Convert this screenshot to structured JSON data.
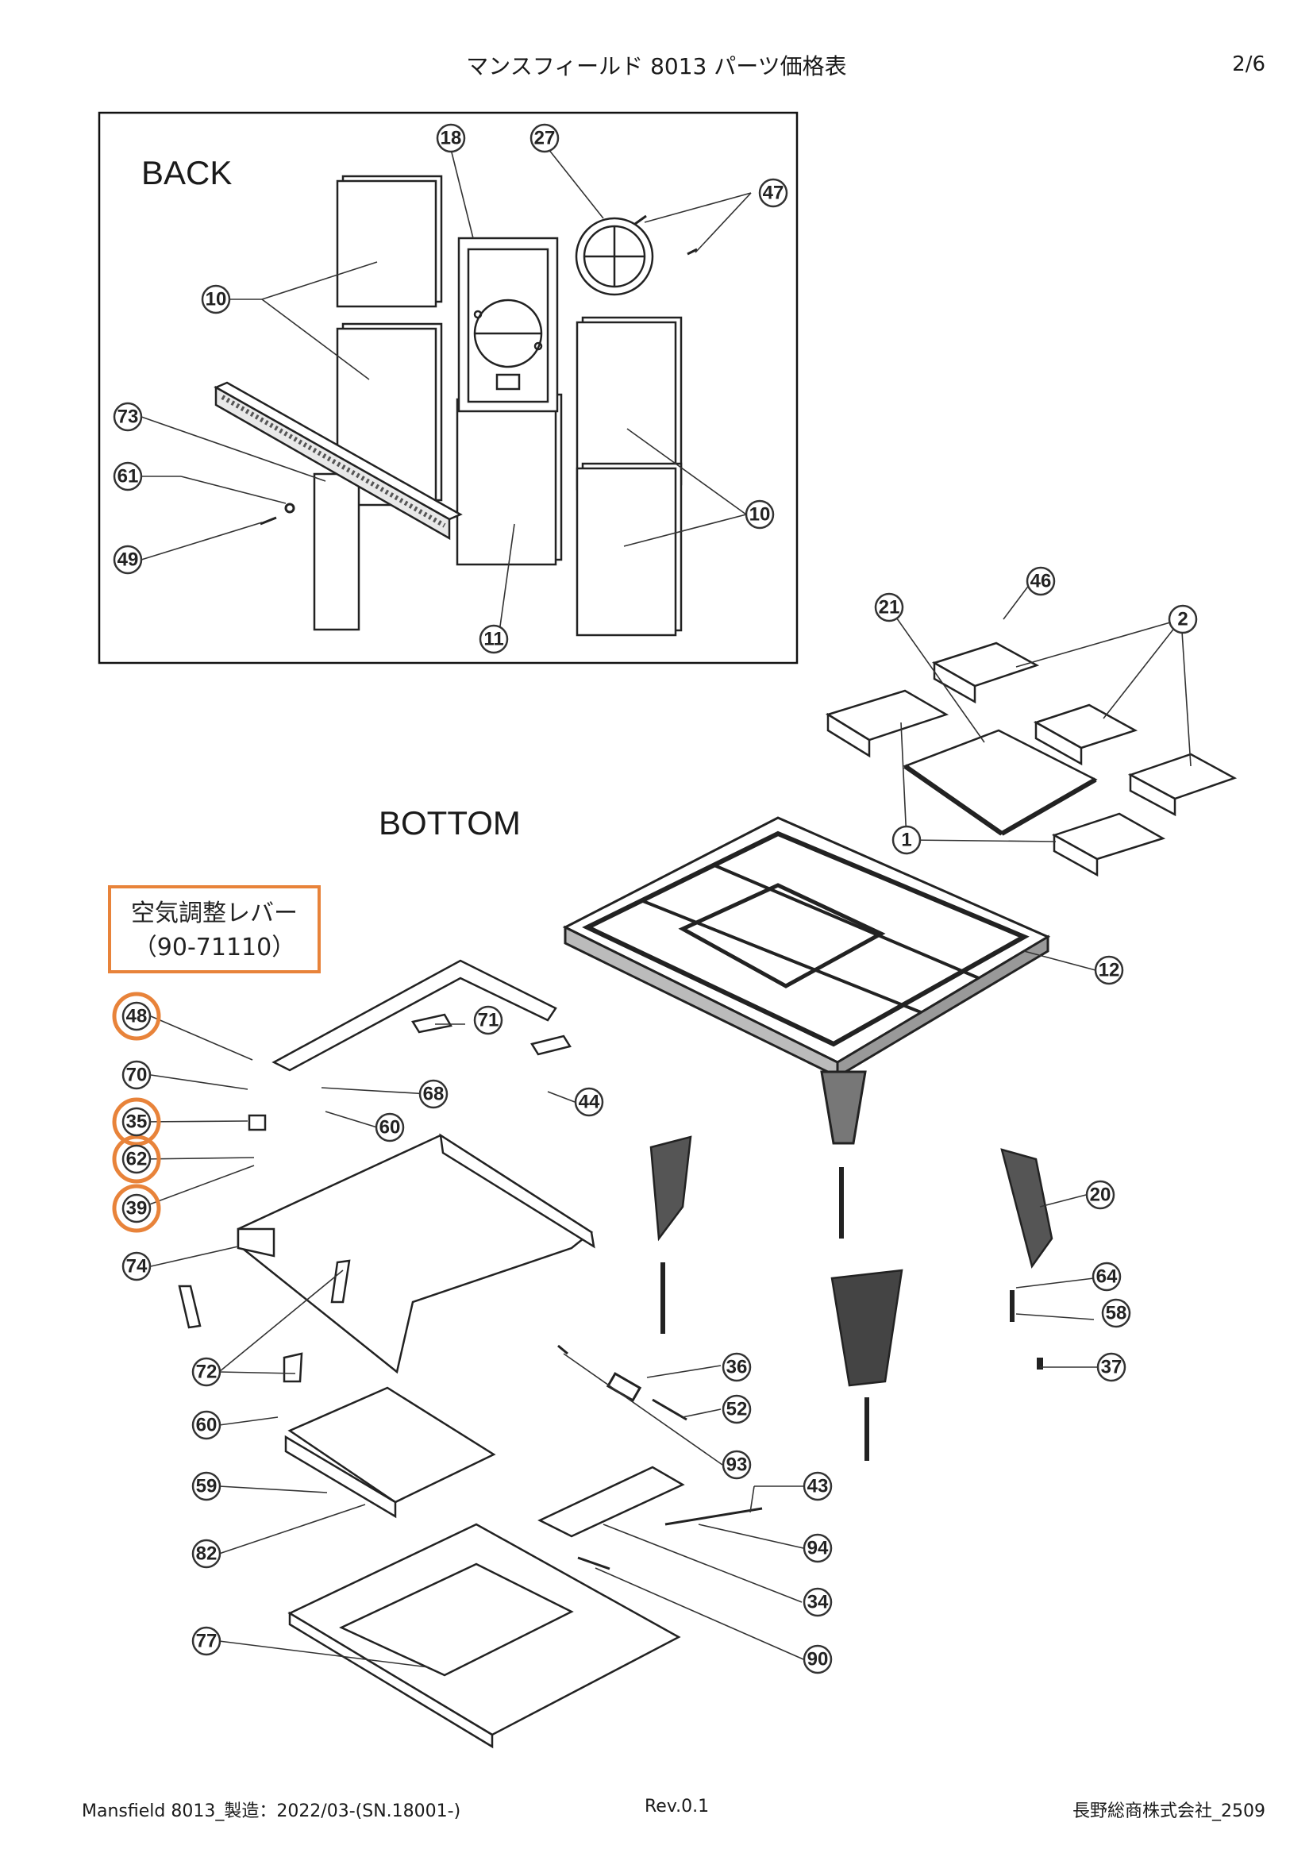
{
  "header": {
    "title": "マンスフィールド 8013 パーツ価格表",
    "page": "2/6"
  },
  "sections": {
    "back": "BACK",
    "bottom": "BOTTOM"
  },
  "note": {
    "line1": "空気調整レバー",
    "line2": "（90-71110）",
    "color": "#e8833a"
  },
  "highlighted_parts": [
    "48",
    "35",
    "62",
    "39"
  ],
  "back_callouts": [
    {
      "id": "back-18",
      "label": "18"
    },
    {
      "id": "back-27",
      "label": "27"
    },
    {
      "id": "back-47",
      "label": "47"
    },
    {
      "id": "back-10a",
      "label": "10"
    },
    {
      "id": "back-73",
      "label": "73"
    },
    {
      "id": "back-61",
      "label": "61"
    },
    {
      "id": "back-49",
      "label": "49"
    },
    {
      "id": "back-10b",
      "label": "10"
    },
    {
      "id": "back-11",
      "label": "11"
    }
  ],
  "bottom_callouts": [
    {
      "id": "b-46",
      "label": "46"
    },
    {
      "id": "b-21",
      "label": "21"
    },
    {
      "id": "b-2",
      "label": "2"
    },
    {
      "id": "b-1",
      "label": "1"
    },
    {
      "id": "b-12",
      "label": "12"
    },
    {
      "id": "b-48",
      "label": "48"
    },
    {
      "id": "b-71",
      "label": "71"
    },
    {
      "id": "b-70",
      "label": "70"
    },
    {
      "id": "b-68",
      "label": "68"
    },
    {
      "id": "b-44",
      "label": "44"
    },
    {
      "id": "b-35",
      "label": "35"
    },
    {
      "id": "b-60a",
      "label": "60"
    },
    {
      "id": "b-62",
      "label": "62"
    },
    {
      "id": "b-39",
      "label": "39"
    },
    {
      "id": "b-20",
      "label": "20"
    },
    {
      "id": "b-74",
      "label": "74"
    },
    {
      "id": "b-64",
      "label": "64"
    },
    {
      "id": "b-58",
      "label": "58"
    },
    {
      "id": "b-72",
      "label": "72"
    },
    {
      "id": "b-36",
      "label": "36"
    },
    {
      "id": "b-37",
      "label": "37"
    },
    {
      "id": "b-60b",
      "label": "60"
    },
    {
      "id": "b-52",
      "label": "52"
    },
    {
      "id": "b-93",
      "label": "93"
    },
    {
      "id": "b-59",
      "label": "59"
    },
    {
      "id": "b-43",
      "label": "43"
    },
    {
      "id": "b-94",
      "label": "94"
    },
    {
      "id": "b-82",
      "label": "82"
    },
    {
      "id": "b-34",
      "label": "34"
    },
    {
      "id": "b-77",
      "label": "77"
    },
    {
      "id": "b-90",
      "label": "90"
    }
  ],
  "footer": {
    "left": "Mansfield 8013_製造：2022/03-(SN.18001-)",
    "mid": "Rev.0.1",
    "right": "長野総商株式会社_2509"
  }
}
